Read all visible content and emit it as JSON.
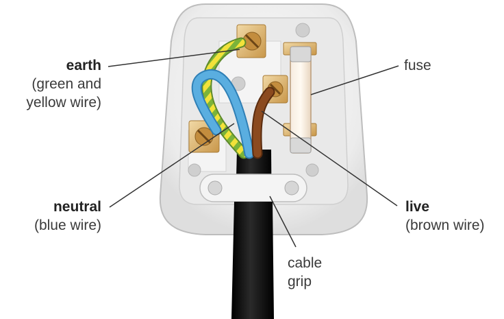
{
  "labels": {
    "earth": {
      "title": "earth",
      "lines": [
        "(green and",
        "yellow wire)"
      ]
    },
    "neutral": {
      "title": "neutral",
      "lines": [
        "(blue wire)"
      ]
    },
    "fuse": {
      "title": "fuse"
    },
    "live": {
      "title": "live",
      "lines": [
        "(brown wire)"
      ]
    },
    "cable_grip": {
      "lines": [
        "cable",
        "grip"
      ]
    }
  },
  "colors": {
    "plug_body": "#f2f2f2",
    "plug_outline": "#bdbdbd",
    "brass": "#d9b26f",
    "earth_green": "#7bb33a",
    "earth_yellow": "#f2e23a",
    "neutral_blue": "#5aaee0",
    "live_brown": "#8b4a1f",
    "cable_black": "#1a1a1a",
    "leader_line": "#333333"
  },
  "icons": [
    "screw-terminal-icon",
    "fuse-cartridge-icon",
    "cable-grip-icon"
  ]
}
